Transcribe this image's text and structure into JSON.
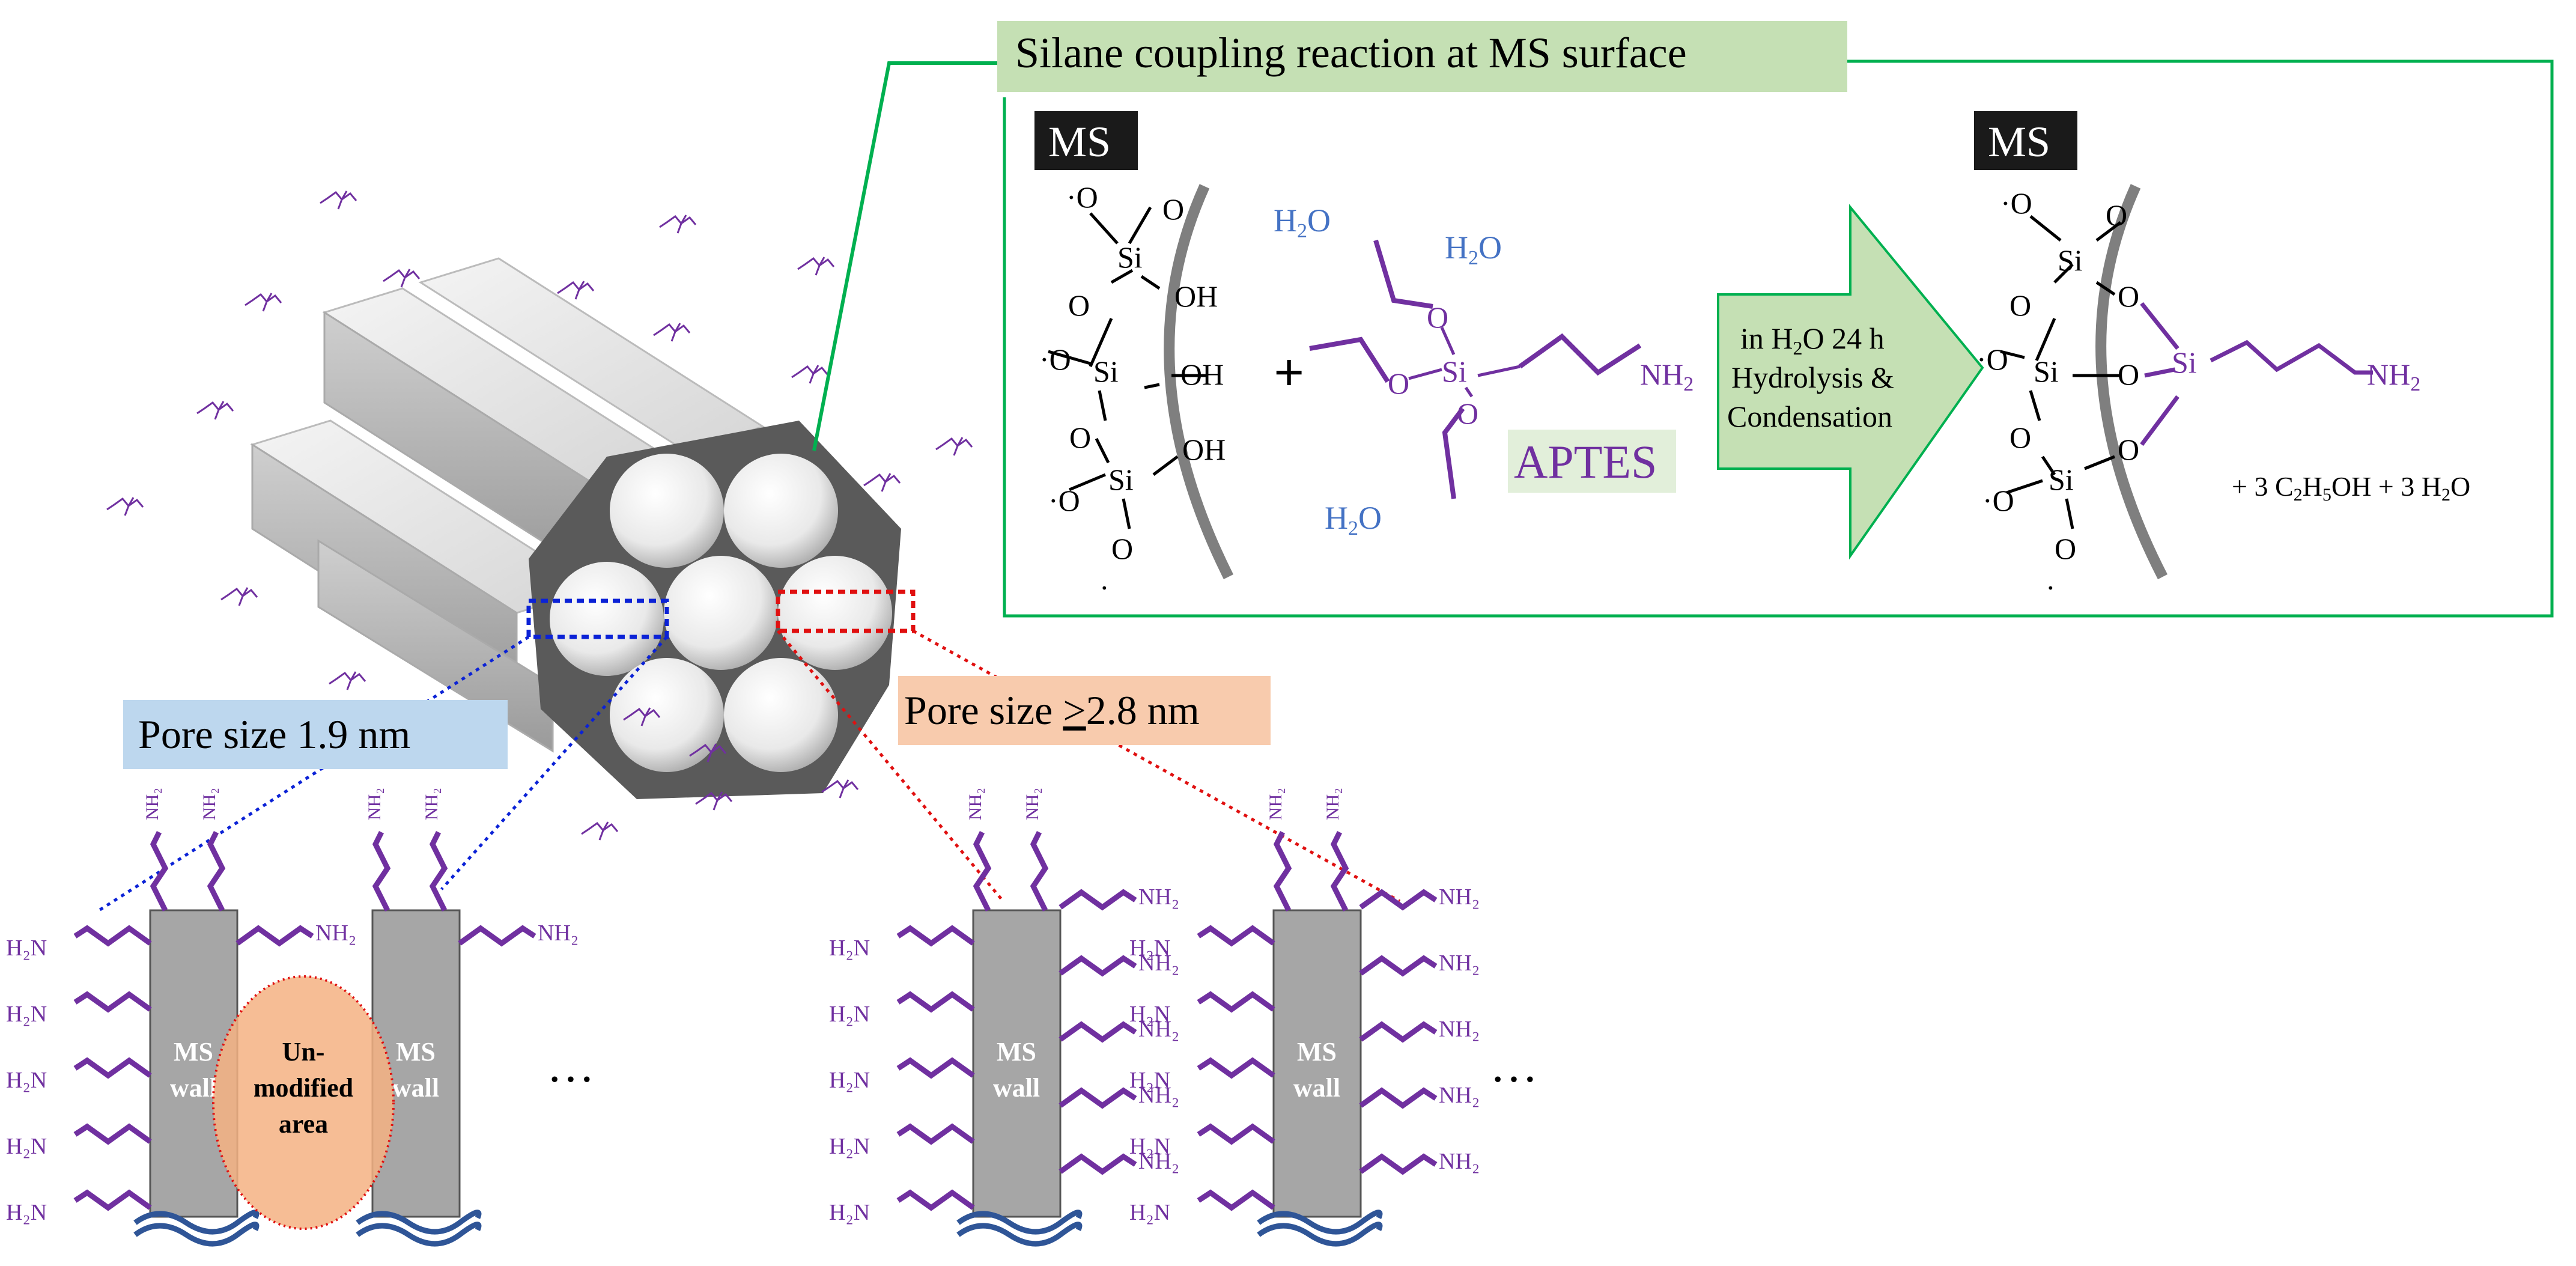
{
  "title_box": {
    "text": "Silane coupling  reaction at MS surface",
    "fill": "#c5e0b4"
  },
  "ms_left_tag": "MS",
  "ms_right_tag": "MS",
  "plus_sign": "+",
  "water_labels": [
    "H2O",
    "H2O",
    "H2O"
  ],
  "aptes_label": "APTES",
  "reaction_arrow": {
    "line1": "in H2O 24 h",
    "line2": "Hydrolysis &",
    "line3": "Condensation"
  },
  "byproducts": "+ 3 C2H5OH + 3 H2O",
  "pore_small": {
    "text": "Pore size 1.9 nm",
    "fill": "#bdd7ee",
    "line_color": "#0b22d6"
  },
  "pore_large": {
    "text": "Pore size ≥2.8 nm",
    "fill": "#f8cbad",
    "line_color": "#e01010"
  },
  "wall_label": [
    "MS",
    "wall"
  ],
  "unmodified_label": [
    "Un-",
    "modified",
    "area"
  ],
  "ellipsis": "…",
  "colors": {
    "amine_chain": "#7030a0",
    "green_frame": "#00b050",
    "wall": "#a6a6a6",
    "wave": "#2f5597",
    "water_text": "#4472c4"
  }
}
